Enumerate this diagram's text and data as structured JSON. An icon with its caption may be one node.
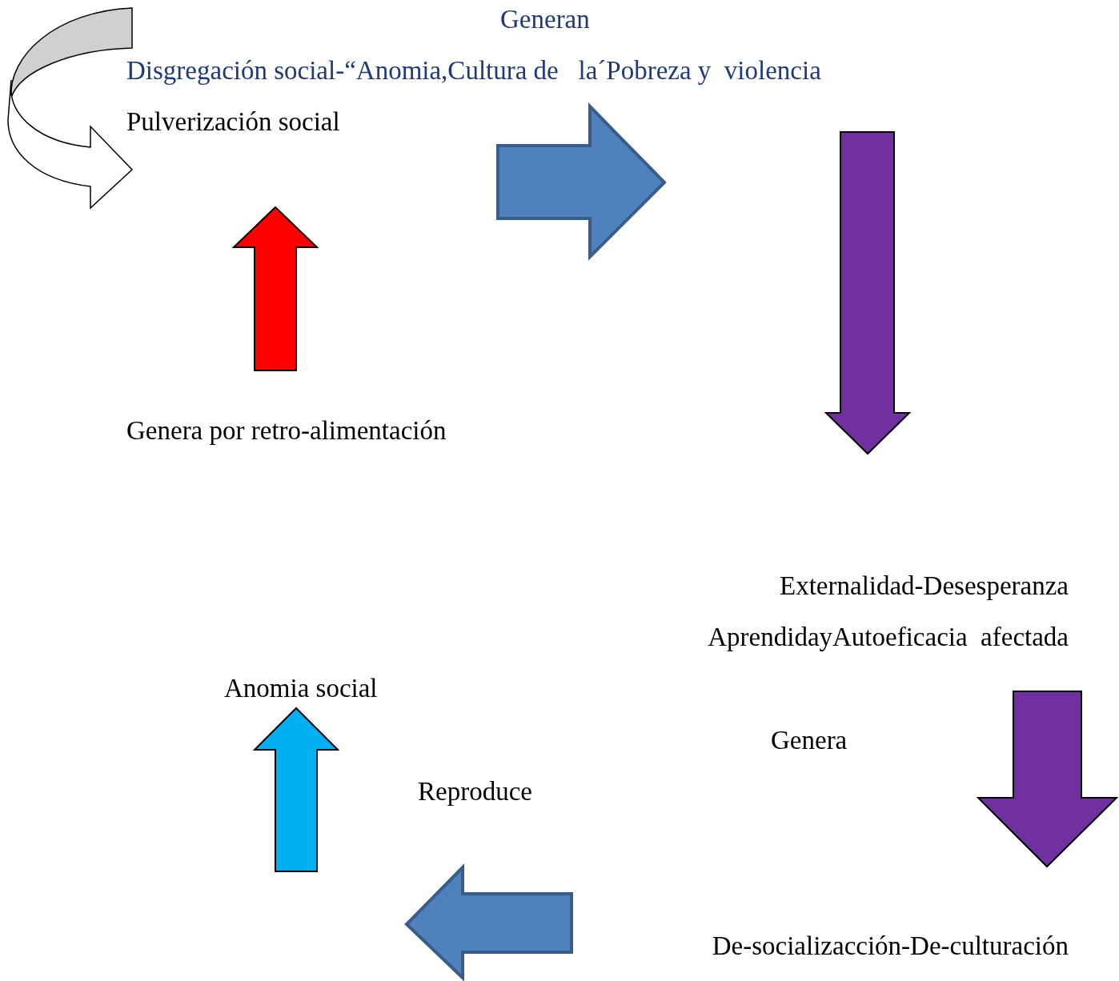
{
  "diagram": {
    "labels": [
      "Generan",
      "Disgregación social-“Anomia,Cultura de   la´Pobreza y  violencia",
      "Pulverización social",
      "Genera por retro-alimentación",
      "Externalidad-Desesperanza",
      "AprendidayAutoeficacia  afectada",
      "Anomia social",
      "Genera",
      "Reproduce",
      "De-socializacción-De-culturación"
    ]
  }
}
